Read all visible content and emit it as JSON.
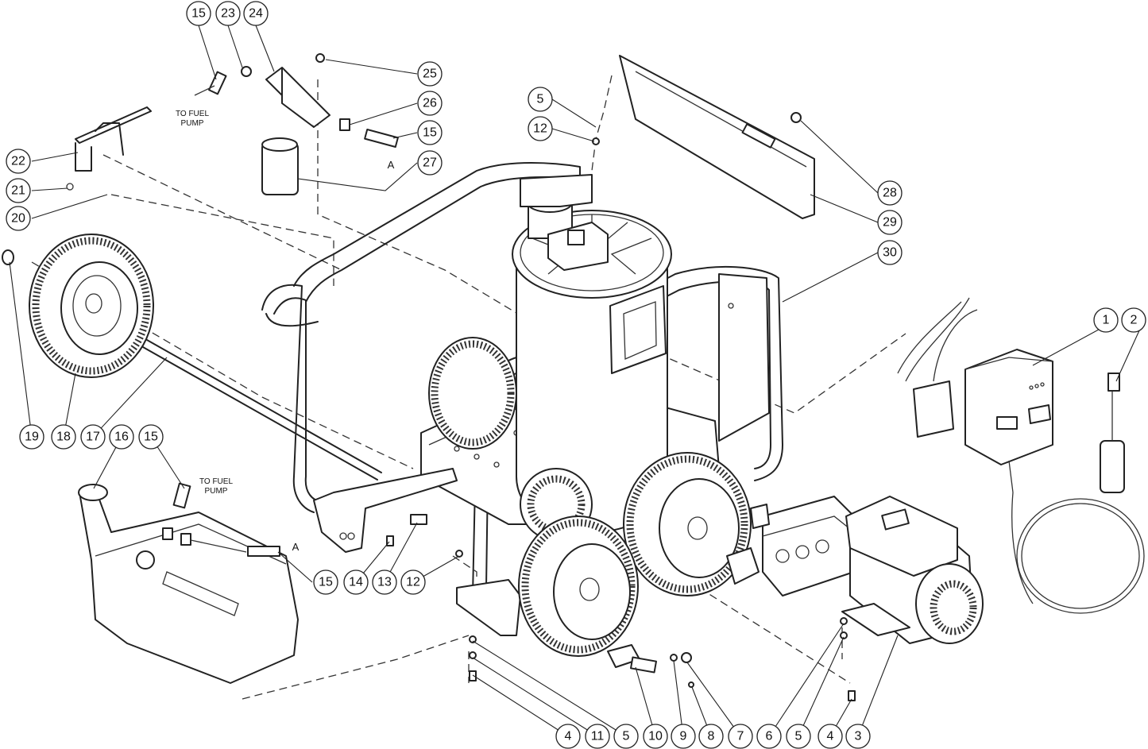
{
  "callouts": [
    {
      "id": "15"
    },
    {
      "id": "23"
    },
    {
      "id": "24"
    },
    {
      "id": "25"
    },
    {
      "id": "26"
    },
    {
      "id": "15"
    },
    {
      "id": "27"
    },
    {
      "id": "22"
    },
    {
      "id": "21"
    },
    {
      "id": "20"
    },
    {
      "id": "5"
    },
    {
      "id": "12"
    },
    {
      "id": "28"
    },
    {
      "id": "29"
    },
    {
      "id": "30"
    },
    {
      "id": "1"
    },
    {
      "id": "2"
    },
    {
      "id": "19"
    },
    {
      "id": "18"
    },
    {
      "id": "17"
    },
    {
      "id": "16"
    },
    {
      "id": "15"
    },
    {
      "id": "15"
    },
    {
      "id": "14"
    },
    {
      "id": "13"
    },
    {
      "id": "12"
    },
    {
      "id": "4"
    },
    {
      "id": "11"
    },
    {
      "id": "5"
    },
    {
      "id": "10"
    },
    {
      "id": "9"
    },
    {
      "id": "8"
    },
    {
      "id": "7"
    },
    {
      "id": "6"
    },
    {
      "id": "5"
    },
    {
      "id": "4"
    },
    {
      "id": "3"
    }
  ],
  "notes": {
    "fuel_pump_top_line1": "TO FUEL",
    "fuel_pump_top_line2": "PUMP",
    "fuel_pump_bottom_line1": "TO FUEL",
    "fuel_pump_bottom_line2": "PUMP",
    "connector_letter_top": "A",
    "connector_letter_bottom": "A"
  },
  "colors": {
    "line": "#222222",
    "background": "#ffffff"
  }
}
